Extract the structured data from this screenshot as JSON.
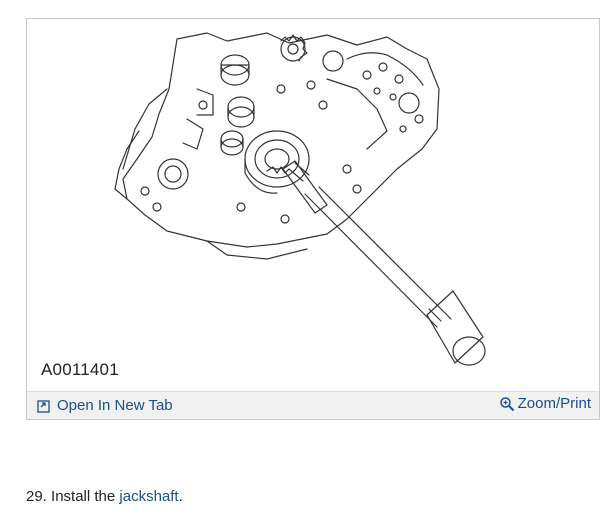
{
  "figure": {
    "code": "A0011401",
    "open_tab_label": "Open In New Tab",
    "zoom_print_label": "Zoom/Print",
    "open_tab_icon": "open-in-new-tab-icon",
    "zoom_icon": "magnifier-icon"
  },
  "step": {
    "number": "29.",
    "text_before": " Install the ",
    "link_text": "jackshaft",
    "text_after": "."
  },
  "colors": {
    "link": "#1a4f8b",
    "toolbar_bg": "#f1f1f1",
    "border": "#c9c9c9"
  }
}
